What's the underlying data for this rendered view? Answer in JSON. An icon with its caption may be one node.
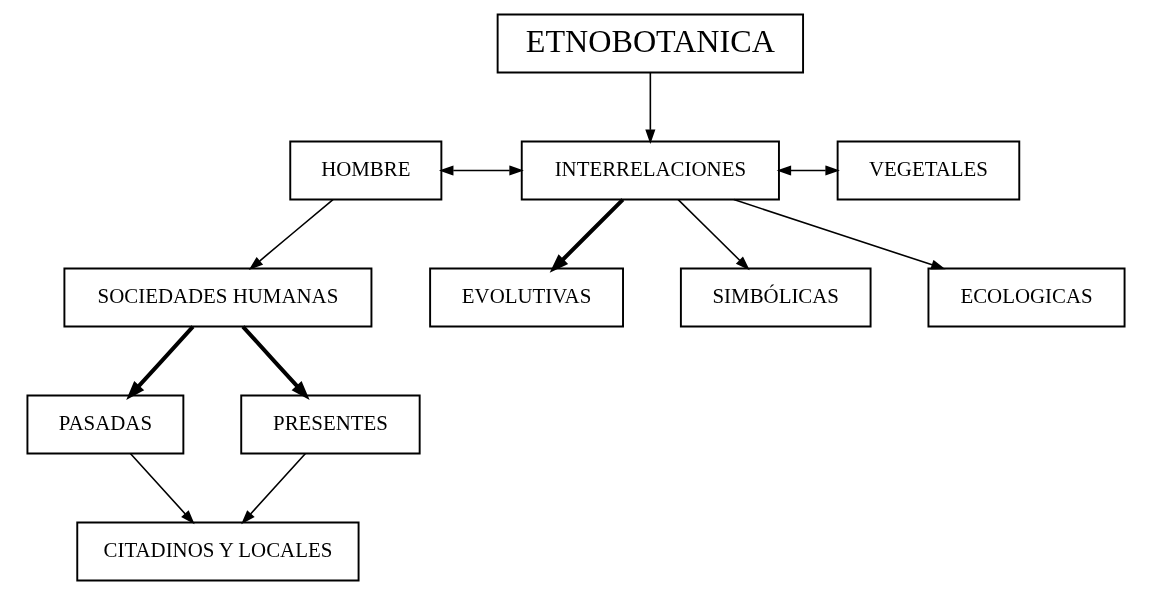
{
  "diagram": {
    "nodes": [
      {
        "text": [
          "ETNOBOTANICA"
        ]
      },
      {
        "text": [
          "HOMBRE"
        ]
      },
      {
        "text": [
          "INTERRELACIONES"
        ]
      },
      {
        "text": [
          "VEGETALES"
        ]
      },
      {
        "text": [
          "ECOLOGICAS"
        ]
      },
      {
        "text": [
          "EVOLUTIVAS"
        ]
      },
      {
        "text": [
          "SIMBÓLICAS"
        ]
      },
      {
        "text": [
          "SOCIEDADES HUMANAS"
        ]
      },
      {
        "text": [
          "PASADAS"
        ]
      },
      {
        "text": [
          "PRESENTES"
        ]
      },
      {
        "text": [
          "CITADINOS Y LOCALES"
        ]
      }
    ],
    "edges": [
      {
        "from": 0,
        "to": 2,
        "arrow": "to"
      },
      {
        "from": 1,
        "to": 2,
        "arrow": "both"
      },
      {
        "from": 2,
        "to": 3,
        "arrow": "both"
      },
      {
        "from": 2,
        "to": 4,
        "arrow": "to"
      },
      {
        "from": 2,
        "to": 5,
        "arrow": "to",
        "style": "thick"
      },
      {
        "from": 2,
        "to": 6,
        "arrow": "to"
      },
      {
        "from": 1,
        "to": 7,
        "arrow": "to"
      },
      {
        "from": 7,
        "to": 8,
        "arrow": "to",
        "style": "thick"
      },
      {
        "from": 7,
        "to": 9,
        "arrow": "to",
        "style": "thick"
      },
      {
        "from": 8,
        "to": 10,
        "arrow": "to"
      },
      {
        "from": 9,
        "to": 10,
        "arrow": "to"
      }
    ]
  }
}
